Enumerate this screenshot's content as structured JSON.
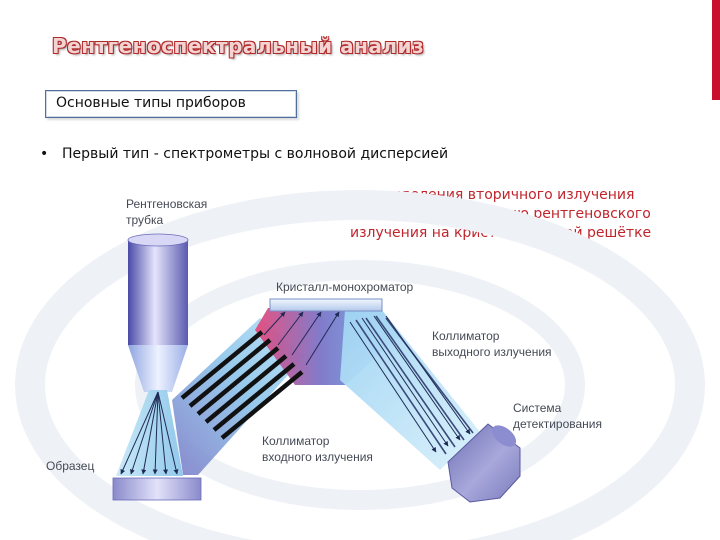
{
  "slide": {
    "title": "Рентгеноспектральный анализ",
    "subtitle": "Основные типы приборов",
    "bullet": "Первый тип - спектрометры с волновой дисперсией",
    "note_lines": [
      "для выделения вторичного излучения",
      "используют дифракцию рентгеновского",
      "излучения на кристаллической решётке"
    ]
  },
  "diagram": {
    "labels": {
      "tube_line1": "Рентгеновская",
      "tube_line2": "трубка",
      "crystal": "Кристалл-монохроматор",
      "out_coll_line1": "Коллиматор",
      "out_coll_line2": "выходного излучения",
      "detector_line1": "Система",
      "detector_line2": "детектирования",
      "in_coll_line1": "Коллиматор",
      "in_coll_line2": "входного излучения",
      "sample": "Образец"
    }
  },
  "colors": {
    "accent": "#c8102e",
    "title_outline": "#b02a2a",
    "note": "#c0252c",
    "label": "#444a55"
  }
}
